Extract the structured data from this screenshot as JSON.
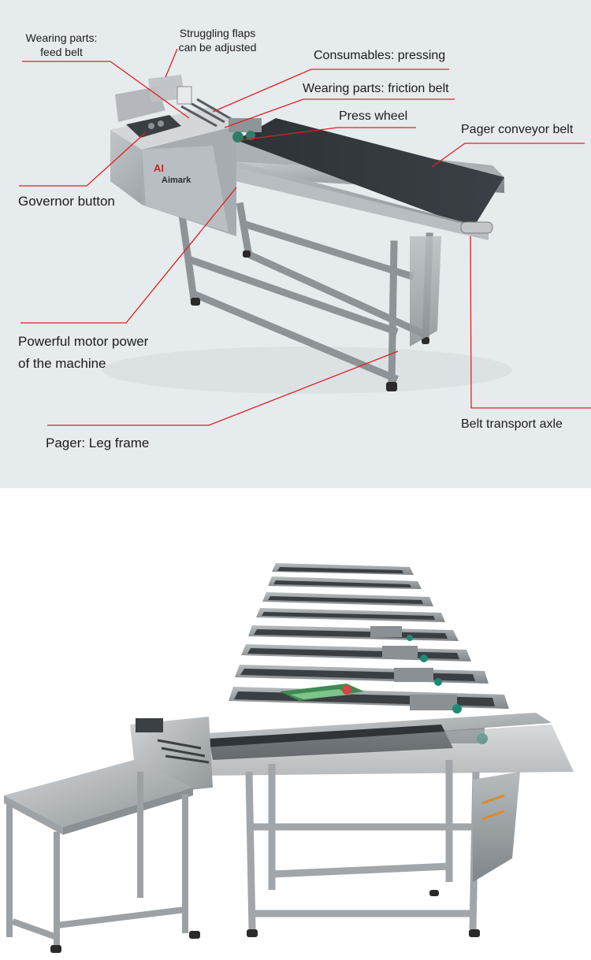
{
  "top_panel": {
    "labels": {
      "feed_belt_1": "Wearing parts:",
      "feed_belt_2": "feed belt",
      "flaps_1": "Struggling flaps",
      "flaps_2": "can be adjusted",
      "pressing": "Consumables: pressing",
      "friction_belt": "Wearing parts: friction belt",
      "press_wheel": "Press wheel",
      "conveyor_belt": "Pager conveyor belt",
      "governor": "Governor button",
      "motor_1": "Powerful motor power",
      "motor_2": "of the machine",
      "leg_frame": "Pager: Leg frame",
      "axle": "Belt transport axle"
    },
    "brand_logo": "Aimark",
    "leader_color": "#e02020"
  },
  "bottom_panel": {
    "description": "row of paging machines"
  }
}
